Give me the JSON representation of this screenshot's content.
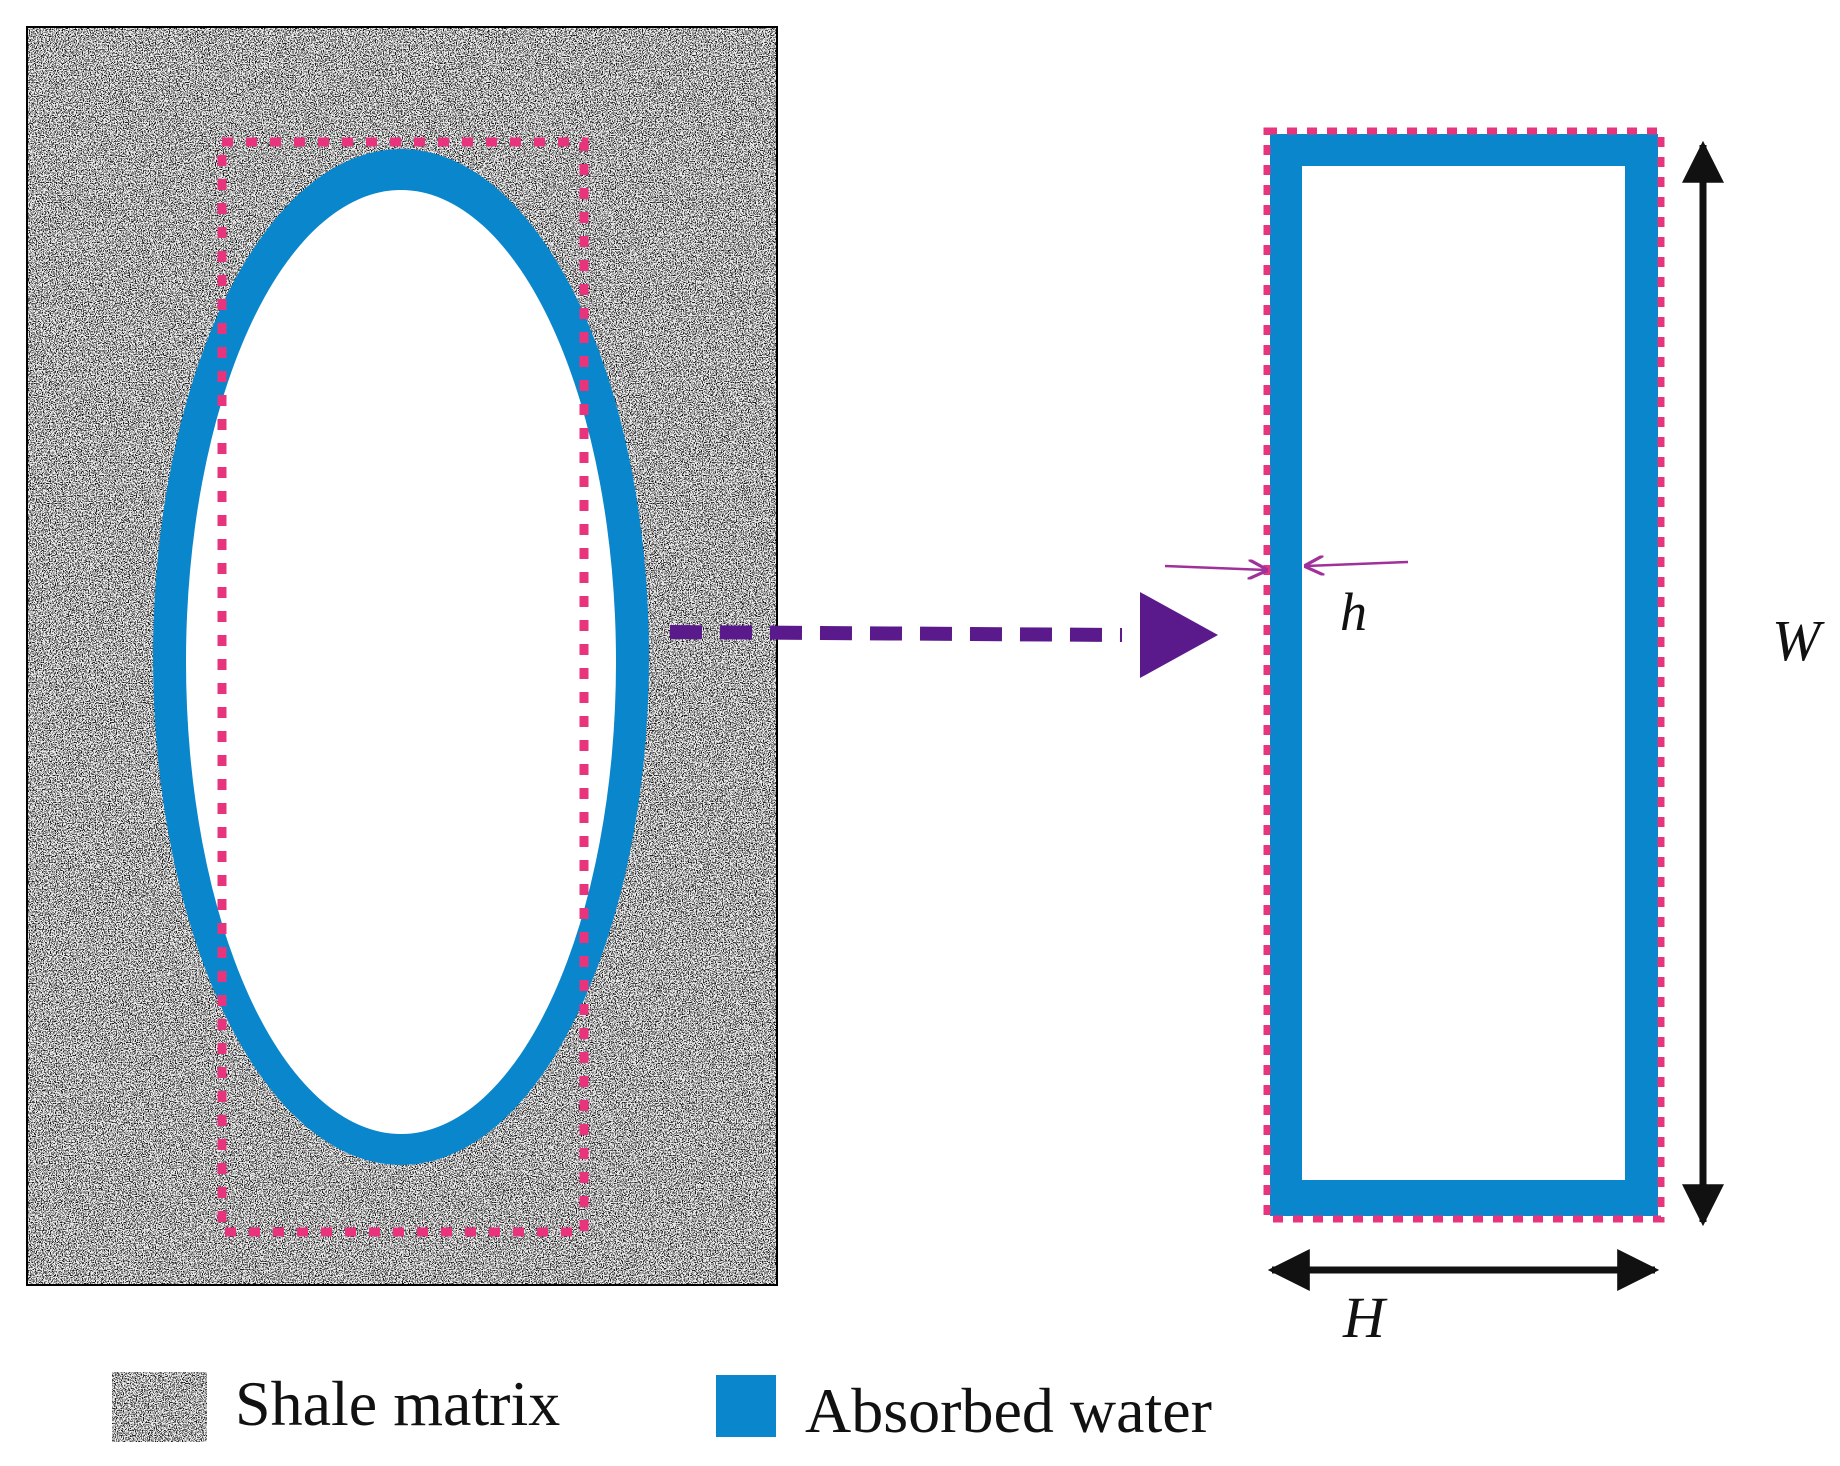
{
  "labels": {
    "h": "h",
    "W": "W",
    "H": "H"
  },
  "legend": {
    "shale": "Shale matrix",
    "water": "Absorbed water"
  },
  "colors": {
    "water": "#0a87cc",
    "dotted_outline": "#e8347c",
    "transfer_arrow": "#5b1a8c",
    "h_marker": "#a0309a",
    "dimension_arrow": "#111111"
  }
}
